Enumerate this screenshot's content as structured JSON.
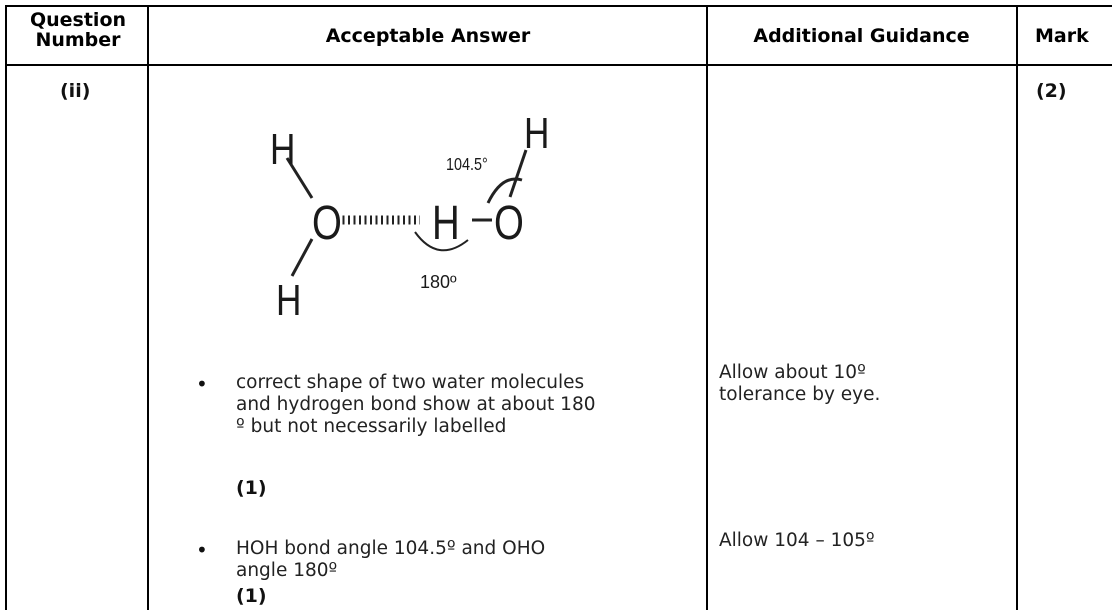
{
  "headers": {
    "question_number_line1": "Question",
    "question_number_line2": "Number",
    "acceptable_answer": "Acceptable Answer",
    "additional_guidance": "Additional Guidance",
    "mark": "Mark"
  },
  "row": {
    "question_number": "(ii)",
    "mark": "(2)"
  },
  "diagram": {
    "atoms": [
      "H",
      "O",
      "H",
      "H",
      "O",
      "H"
    ],
    "angle_hoh": "104.5°",
    "angle_oho": "180º"
  },
  "answers": [
    {
      "bullet": "•",
      "lines": [
        "correct shape of two water molecules",
        "and hydrogen bond show at about 180",
        "º but not necessarily labelled"
      ],
      "marker": "(1)",
      "guidance": [
        "Allow about 10º",
        "tolerance by eye."
      ]
    },
    {
      "bullet": "•",
      "lines": [
        "HOH bond angle 104.5º and OHO",
        "angle 180º"
      ],
      "marker": "(1)",
      "guidance": [
        "Allow 104 – 105º"
      ]
    }
  ]
}
